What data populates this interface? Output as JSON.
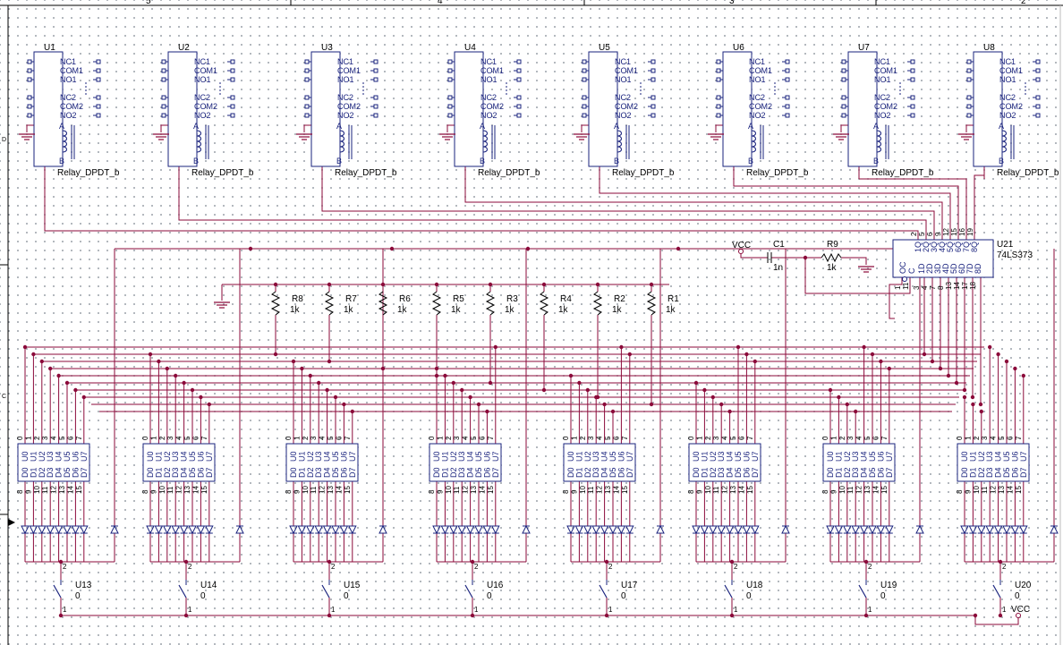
{
  "border": {
    "zones": [
      "5",
      "4",
      "3",
      "2"
    ],
    "rows": [
      "D",
      "C"
    ]
  },
  "relays": [
    {
      "ref": "U1",
      "part": "Relay_DPDT_b"
    },
    {
      "ref": "U2",
      "part": "Relay_DPDT_b"
    },
    {
      "ref": "U3",
      "part": "Relay_DPDT_b"
    },
    {
      "ref": "U4",
      "part": "Relay_DPDT_b"
    },
    {
      "ref": "U5",
      "part": "Relay_DPDT_b"
    },
    {
      "ref": "U6",
      "part": "Relay_DPDT_b"
    },
    {
      "ref": "U7",
      "part": "Relay_DPDT_b"
    },
    {
      "ref": "U8",
      "part": "Relay_DPDT_b"
    }
  ],
  "relay_pins": [
    "NC1",
    "COM1",
    "NO1",
    "NC2",
    "COM2",
    "NO2",
    "A",
    "B"
  ],
  "latch": {
    "ref": "U21",
    "part": "74LS373",
    "ctrl_pins": [
      "OC",
      "C"
    ],
    "in_pins": [
      "1D",
      "2D",
      "3D",
      "4D",
      "5D",
      "6D",
      "7D",
      "8D"
    ],
    "out_pins": [
      "1Q",
      "2Q",
      "3Q",
      "4Q",
      "5Q",
      "6Q",
      "7Q",
      "8Q"
    ],
    "top_pin_nums": [
      "2",
      "5",
      "6",
      "9",
      "12",
      "15",
      "16",
      "19"
    ],
    "bot_pin_nums": [
      "1",
      "11",
      "3",
      "4",
      "7",
      "8",
      "13",
      "14",
      "17",
      "18"
    ]
  },
  "resistors": [
    {
      "ref": "R8",
      "value": "1k"
    },
    {
      "ref": "R7",
      "value": "1k"
    },
    {
      "ref": "R6",
      "value": "1k"
    },
    {
      "ref": "R5",
      "value": "1k"
    },
    {
      "ref": "R3",
      "value": "1k"
    },
    {
      "ref": "R4",
      "value": "1k"
    },
    {
      "ref": "R2",
      "value": "1k"
    },
    {
      "ref": "R1",
      "value": "1k"
    }
  ],
  "r9": {
    "ref": "R9",
    "value": "1k"
  },
  "c1": {
    "ref": "C1",
    "value": "1n"
  },
  "vcc_label": "VCC",
  "switch_blocks": [
    {
      "ref": "U13",
      "value": "0"
    },
    {
      "ref": "U14",
      "value": "0"
    },
    {
      "ref": "U15",
      "value": "0"
    },
    {
      "ref": "U16",
      "value": "0"
    },
    {
      "ref": "U17",
      "value": "0"
    },
    {
      "ref": "U18",
      "value": "0"
    },
    {
      "ref": "U19",
      "value": "0"
    },
    {
      "ref": "U20",
      "value": "0"
    }
  ],
  "dip_top_pins": [
    "0",
    "1",
    "2",
    "3",
    "4",
    "5",
    "6",
    "7"
  ],
  "dip_bottom_pins": [
    "8",
    "9",
    "10",
    "11",
    "12",
    "13",
    "14",
    "15"
  ],
  "dip_labels_top": [
    "U0",
    "U1",
    "U2",
    "U3",
    "U4",
    "U5",
    "U6",
    "U7"
  ],
  "dip_labels_bot": [
    "D0",
    "D1",
    "D2",
    "D3",
    "D4",
    "D5",
    "D6",
    "D7"
  ],
  "switch_pins": [
    "2",
    "1"
  ],
  "colors": {
    "wire": "#8b0a3a",
    "component": "#1a237e",
    "grid": "#9aa0a8"
  }
}
